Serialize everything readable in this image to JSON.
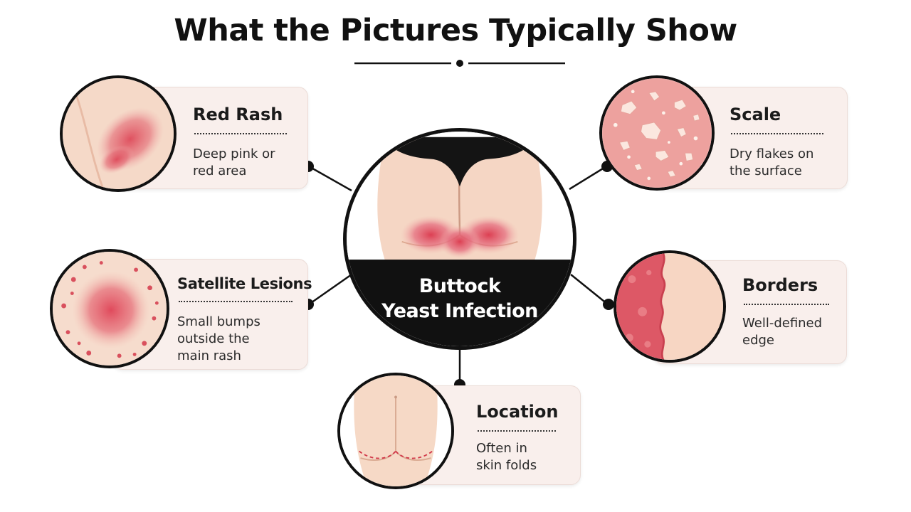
{
  "title": "What the Pictures Typically Show",
  "center": {
    "label": "Buttock\nYeast Infection"
  },
  "cards": {
    "red_rash": {
      "title": "Red Rash",
      "desc": "Deep pink or\nred area"
    },
    "satellite": {
      "title": "Satellite Lesions",
      "desc": "Small bumps\noutside the\nmain rash"
    },
    "location": {
      "title": "Location",
      "desc": "Often in\nskin folds"
    },
    "scale": {
      "title": "Scale",
      "desc": "Dry flakes on\nthe surface"
    },
    "borders": {
      "title": "Borders",
      "desc": "Well-defined\nedge"
    }
  },
  "colors": {
    "card_bg": "#f9efec",
    "skin": "#f4d3c0",
    "rash": "#e0525f",
    "outline": "#111111"
  }
}
